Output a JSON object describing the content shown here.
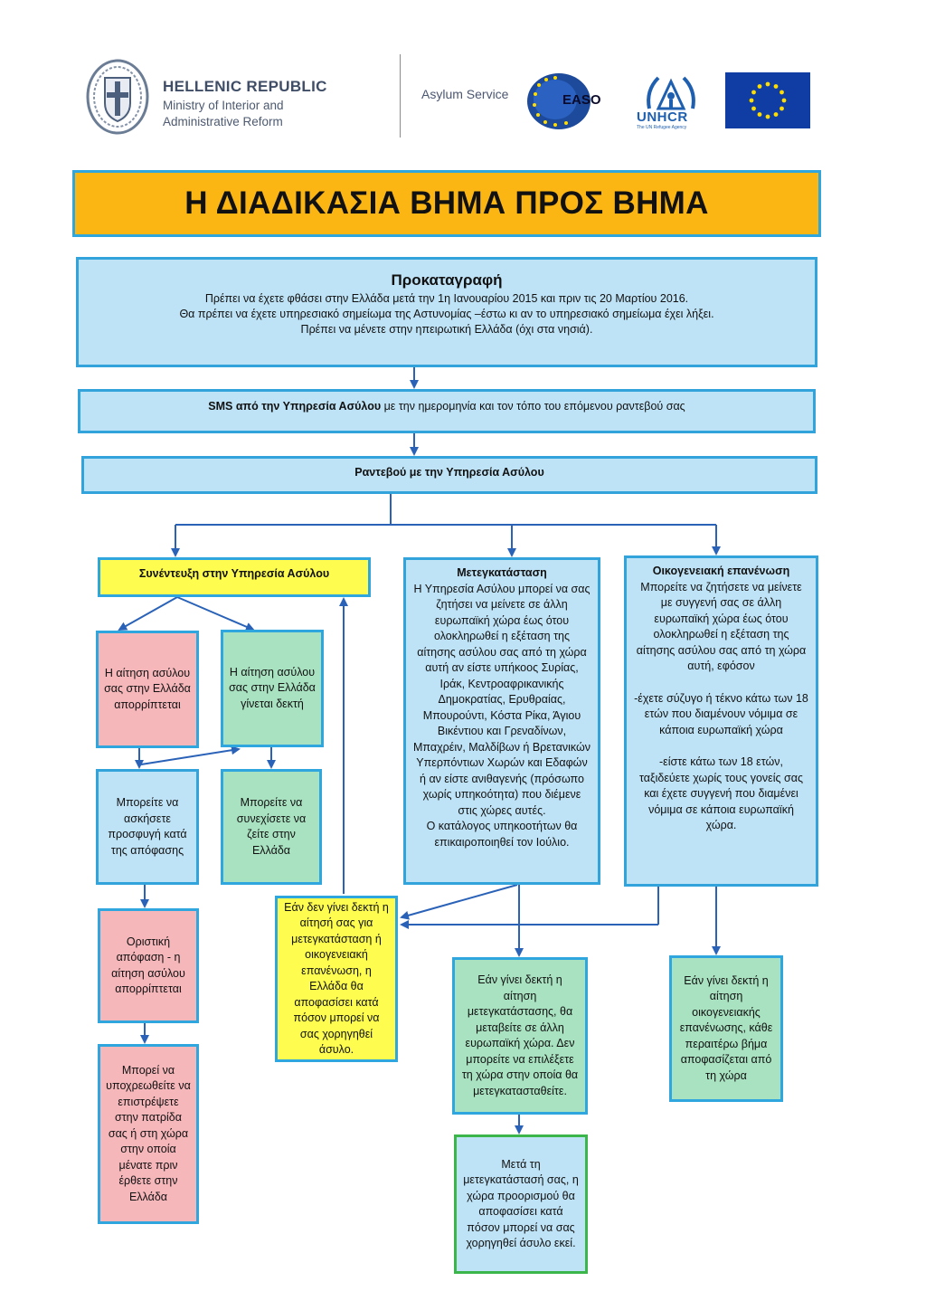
{
  "header": {
    "org_title": "HELLENIC REPUBLIC",
    "ministry_line1": "Ministry of Interior and",
    "ministry_line2": "Administrative Reform",
    "asylum_service": "Asylum Service",
    "easo": "EASO",
    "unhcr": "UNHCR",
    "unhcr_tagline": "The UN Refugee Agency"
  },
  "colors": {
    "banner": "#fbb614",
    "box_blue": "#bfe3f6",
    "border_blue": "#33a3dc",
    "pink": "#f6b7bb",
    "mint": "#a9e2c1",
    "yellow": "#fdfc4f",
    "eu_blue": "#103da3",
    "eu_star": "#ffdd00"
  },
  "title": "Η ΔΙΑΔΙΚΑΣΙΑ ΒΗΜΑ ΠΡΟΣ ΒΗΜΑ",
  "pre": {
    "heading": "Προκαταγραφή",
    "line1": "Πρέπει να έχετε φθάσει στην Ελλάδα μετά την 1η Ιανουαρίου 2015 και πριν τις 20 Μαρτίου 2016.",
    "line2": "Θα πρέπει να έχετε υπηρεσιακό σημείωμα της Αστυνομίας –έστω κι αν το υπηρεσιακό σημείωμα έχει λήξει.",
    "line3": "Πρέπει να μένετε στην ηπειρωτική Ελλάδα (όχι στα νησιά)."
  },
  "sms": {
    "bold": "SMS από την Υπηρεσία Ασύλου",
    "rest": " με την ημερομηνία και τον τόπο του επόμενου ραντεβού σας"
  },
  "appointment": "Ραντεβού με την Υπηρεσία Ασύλου",
  "interview": "Συνέντευξη στην Υπηρεσία Ασύλου",
  "rejected": "Η αίτηση ασύλου σας στην Ελλάδα απορρίπτεται",
  "accepted": "Η αίτηση ασύλου σας στην Ελλάδα γίνεται δεκτή",
  "appeal": "Μπορείτε να ασκήσετε προσφυγή κατά της απόφασης",
  "stay": "Μπορείτε να συνεχίσετε να ζείτε στην Ελλάδα",
  "final_decision": "Οριστική απόφαση - η αίτηση ασύλου απορρίπτεται",
  "return": "Μπορεί να υποχρεωθείτε να επιστρέψετε στην πατρίδα σας ή στη χώρα στην οποία μένατε πριν έρθετε στην Ελλάδα",
  "relocation": {
    "heading": "Μετεγκατάσταση",
    "body": "Η Υπηρεσία Ασύλου μπορεί να σας ζητήσει να μείνετε σε άλλη ευρωπαϊκή χώρα έως ότου ολοκληρωθεί η εξέταση της αίτησης ασύλου σας από τη χώρα αυτή αν είστε υπήκοος Συρίας, Ιράκ, Κεντροαφρικανικής Δημοκρατίας, Ερυθραίας, Μπουρούντι, Κόστα Ρίκα, Άγιου Βικέντιου και Γρεναδίνων, Μπαχρέιν, Μαλδίβων ή Βρετανικών Υπερπόντιων Χωρών και Εδαφών ή αν είστε ανιθαγενής (πρόσωπο χωρίς υπηκοότητα) που διέμενε στις χώρες αυτές.",
    "note": "Ο κατάλογος υπηκοοτήτων θα επικαιροποιηθεί τον Ιούλιο."
  },
  "family": {
    "heading": "Οικογενειακή επανένωση",
    "body": "Μπορείτε να ζητήσετε να μείνετε με συγγενή σας σε άλλη ευρωπαϊκή χώρα έως ότου ολοκληρωθεί η εξέταση της αίτησης ασύλου σας από τη χώρα αυτή, εφόσον",
    "cond1": "-έχετε σύζυγο ή τέκνο κάτω των 18 ετών που διαμένουν νόμιμα σε κάποια ευρωπαϊκή χώρα",
    "cond2": "-είστε κάτω των 18 ετών, ταξιδεύετε χωρίς τους γονείς σας και έχετε συγγενή που διαμένει νόμιμα σε κάποια ευρωπαϊκή χώρα."
  },
  "not_accepted": "Εάν δεν γίνει δεκτή η αίτησή σας για μετεγκατάσταση ή οικογενειακή επανένωση, η Ελλάδα θα αποφασίσει κατά πόσον μπορεί να σας χορηγηθεί άσυλο.",
  "reloc_accepted": "Εάν γίνει δεκτή η αίτηση μετεγκατάστασης, θα μεταβείτε σε άλλη ευρωπαϊκή χώρα. Δεν μπορείτε να επιλέξετε τη χώρα στην οποία θα μετεγκατασταθείτε.",
  "after_reloc": "Μετά τη μετεγκατάστασή σας, η χώρα προορισμού θα αποφασίσει κατά πόσον μπορεί να σας χορηγηθεί άσυλο εκεί.",
  "family_accepted": "Εάν γίνει δεκτή η αίτηση οικογενειακής επανένωσης, κάθε περαιτέρω βήμα αποφασίζεται από τη χώρα"
}
